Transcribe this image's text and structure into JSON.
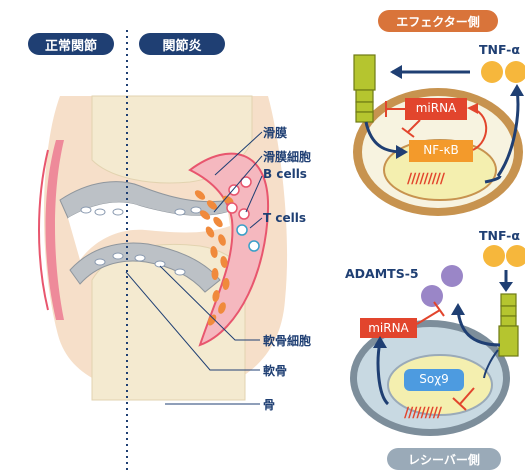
{
  "joint": {
    "normal_label": "正常関節",
    "arthritis_label": "関節炎",
    "labels": {
      "synovium": "滑膜",
      "synoviocyte": "滑膜細胞",
      "b_cells": "B cells",
      "t_cells": "T cells",
      "chondrocyte": "軟骨細胞",
      "cartilage": "軟骨",
      "bone": "骨"
    }
  },
  "effector": {
    "title": "エフェクター側",
    "tnf": "TNF-α",
    "mirna": "miRNA",
    "nfkb": "NF-κB",
    "dna": "∕∕∕∕∕∕∕∕∕"
  },
  "receiver": {
    "title": "レシーバー側",
    "tnf": "TNF-α",
    "adamts": "ADAMTS-5",
    "mirna": "miRNA",
    "sox9": "Soχ9",
    "dna": "∕∕∕∕∕∕∕∕∕"
  },
  "colors": {
    "navy": "#1f3f73",
    "orange_pill": "#d9743a",
    "cell_fill": "#c7934f",
    "cell_inner": "#f7f3e0",
    "nucleus": "#f4efaf",
    "receptor": "#b5c52f",
    "mirna_red": "#e2452d",
    "nfkb_orange": "#f39a2b",
    "receiver_fill": "#c8d9e2",
    "sox_blue": "#4d9be0",
    "ligand": "#f6b73c",
    "adamts": "#9a86c7"
  }
}
